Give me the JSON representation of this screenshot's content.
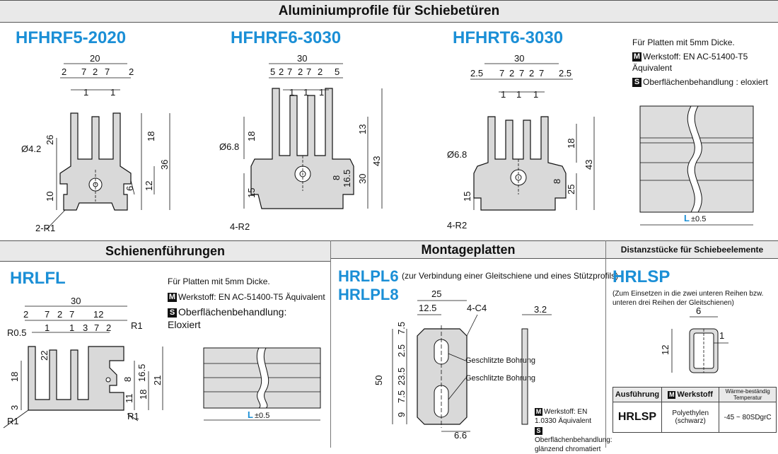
{
  "header": {
    "title": "Aluminiumprofile für Schiebetüren"
  },
  "profiles": [
    {
      "code": "HFHRF5-2020",
      "dims": [
        "20",
        "2",
        "7",
        "2",
        "7",
        "2",
        "1",
        "1",
        "26",
        "18",
        "36",
        "12",
        "6",
        "10",
        "Ø4.2",
        "2-R1"
      ]
    },
    {
      "code": "HFHRF6-3030",
      "dims": [
        "30",
        "5",
        "2",
        "7",
        "2",
        "7",
        "2",
        "5",
        "1",
        "1",
        "1",
        "18",
        "13",
        "43",
        "30",
        "16.5",
        "8",
        "15",
        "Ø6.8",
        "4-R2"
      ]
    },
    {
      "code": "HFHRT6-3030",
      "dims": [
        "30",
        "2.5",
        "7",
        "2",
        "7",
        "2",
        "7",
        "2.5",
        "1",
        "1",
        "1",
        "18",
        "43",
        "8",
        "25",
        "15",
        "Ø6.8",
        "4-R2"
      ]
    }
  ],
  "top_notes": {
    "line1": "Für Platten mit 5mm Dicke.",
    "material_badge": "M",
    "material": "Werkstoff: EN AC-51400-T5 Äquivalent",
    "surface_badge": "S",
    "surface": "Oberflächenbehandlung : eloxiert",
    "length_label": "L",
    "length_tol": "±0.5"
  },
  "rail": {
    "section_title": "Schienenführungen",
    "code": "HRLFL",
    "note1": "Für Platten mit 5mm Dicke.",
    "material_badge": "M",
    "material": "Werkstoff: EN AC-51400-T5 Äquivalent",
    "surface_badge": "S",
    "surface": "Oberflächenbehandlung:",
    "surface2": "Eloxiert",
    "length_label": "L",
    "length_tol": "±0.5",
    "dims": [
      "30",
      "2",
      "7",
      "2",
      "7",
      "12",
      "1",
      "1",
      "3",
      "7",
      "2",
      "R0.5",
      "R1",
      "22",
      "18",
      "16.5",
      "8",
      "21",
      "18",
      "11",
      "3",
      "R1",
      "R1"
    ]
  },
  "mount": {
    "section_title": "Montageplatten",
    "code1": "HRLPL6",
    "code1_note": "(zur Verbindung einer Gleitschiene und eines Stützprofils)",
    "code2": "HRLPL8",
    "dims": [
      "25",
      "12.5",
      "4-C4",
      "3.2",
      "7.5",
      "2.5",
      "23.5",
      "50",
      "7.5",
      "9",
      "6.6"
    ],
    "slot1": "Geschlitzte Bohrung",
    "slot2": "Geschlitzte Bohrung",
    "material_badge": "M",
    "material": "Werkstoff: EN 1.0330 Äquivalent",
    "surface_badge": "S",
    "surface": "Oberflächenbehandlung: glänzend chromatiert"
  },
  "spacer": {
    "section_title": "Distanzstücke für Schiebeelemente",
    "code": "HRLSP",
    "note": "(Zum Einsetzen in die zwei unteren Reihen bzw. unteren drei Reihen der Gleitschienen)",
    "dims": [
      "6",
      "1",
      "12"
    ],
    "table": {
      "col1": "Ausführung",
      "col2_badge": "M",
      "col2": "Werkstoff",
      "col3": "Wärme-beständig Temperatur",
      "row_code": "HRLSP",
      "row_material": "Polyethylen (schwarz)",
      "row_temp": "-45 ~ 80SDgrC"
    }
  }
}
